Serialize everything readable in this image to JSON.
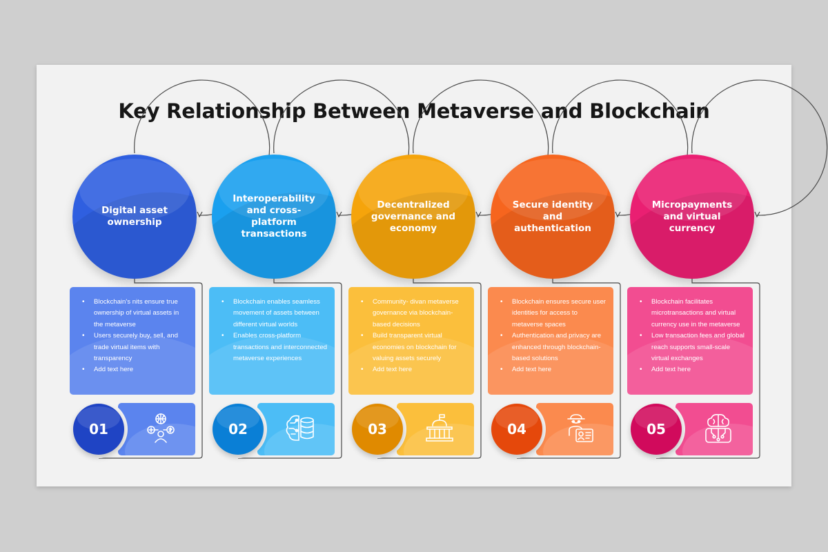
{
  "title": "Key Relationship Between Metaverse and Blockchain",
  "steps": [
    {
      "number": "01",
      "heading": "Digital asset ownership",
      "bullets": [
        "Blockchain's nits ensure true ownership of virtual assets in the metaverse",
        "Users securely buy, sell, and trade virtual items with transparency",
        "Add text here"
      ],
      "icon": "network-people-icon",
      "colors": {
        "main": "#2f5fe0",
        "light": "#5b84ee",
        "dark": "#1f44c4"
      }
    },
    {
      "number": "02",
      "heading": "Interoperability and cross-platform transactions",
      "bullets": [
        "Blockchain enables seamless movement of assets between different virtual worlds",
        "Enables cross-platform transactions and interconnected metaverse experiences"
      ],
      "icon": "brain-database-icon",
      "colors": {
        "main": "#1aa0ef",
        "light": "#4cbdf6",
        "dark": "#0a7fd6"
      }
    },
    {
      "number": "03",
      "heading": "Decentralized governance and economy",
      "bullets": [
        "Community- divan metaverse governance via blockchain-based decisions",
        "Build transparent virtual economies on blockchain for valuing assets securely",
        "Add text here"
      ],
      "icon": "government-building-icon",
      "colors": {
        "main": "#f5a40b",
        "light": "#fbbf3c",
        "dark": "#e08a00"
      }
    },
    {
      "number": "04",
      "heading": "Secure identity and authentication",
      "bullets": [
        "Blockchain ensures secure user identities for access to metaverse spaces",
        "Authentication and privacy are enhanced through blockchain-based solutions",
        "Add text here"
      ],
      "icon": "hacker-id-card-icon",
      "colors": {
        "main": "#f6651e",
        "light": "#fb8a4e",
        "dark": "#e5480b"
      }
    },
    {
      "number": "05",
      "heading": "Micropayments and virtual currency",
      "bullets": [
        "Blockchain facilitates microtransactions and virtual currency use in the metaverse",
        "Low transaction fees and global reach supports small-scale virtual exchanges",
        "Add text here"
      ],
      "icon": "brain-chip-icon",
      "colors": {
        "main": "#ea1f72",
        "light": "#f24d91",
        "dark": "#d10a5c"
      }
    }
  ]
}
